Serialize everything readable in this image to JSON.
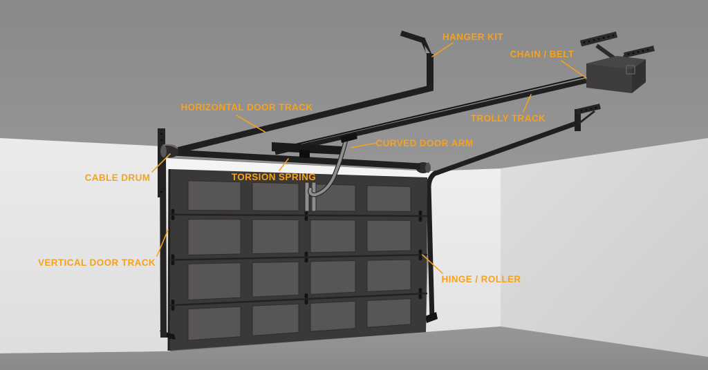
{
  "diagram": {
    "description": "Garage door opener parts diagram",
    "labels": [
      {
        "id": "hanger-kit",
        "text": "HANGER KIT"
      },
      {
        "id": "chain-belt",
        "text": "CHAIN / BELT"
      },
      {
        "id": "horizontal-door-track",
        "text": "HORIZONTAL DOOR TRACK"
      },
      {
        "id": "trolly-track",
        "text": "TROLLY TRACK"
      },
      {
        "id": "curved-door-arm",
        "text": "CURVED DOOR ARM"
      },
      {
        "id": "torsion-spring",
        "text": "TORSION SPRING"
      },
      {
        "id": "cable-drum",
        "text": "CABLE DRUM"
      },
      {
        "id": "vertical-door-track",
        "text": "VERTICAL DOOR TRACK"
      },
      {
        "id": "hinge-roller",
        "text": "HINGE / ROLLER"
      }
    ]
  },
  "colors": {
    "label_orange": "#F6A21E",
    "ceiling_gray": "#8E8E8E",
    "wall_light": "#E8E8E8",
    "wall_side": "#D6D6D6",
    "floor_gray": "#909090",
    "door_frame": "#3B3938",
    "door_panel": "#585555",
    "metal_dark": "#1F1F1F",
    "header_white": "#F4F4F4",
    "arm_gray": "#908E8E"
  }
}
